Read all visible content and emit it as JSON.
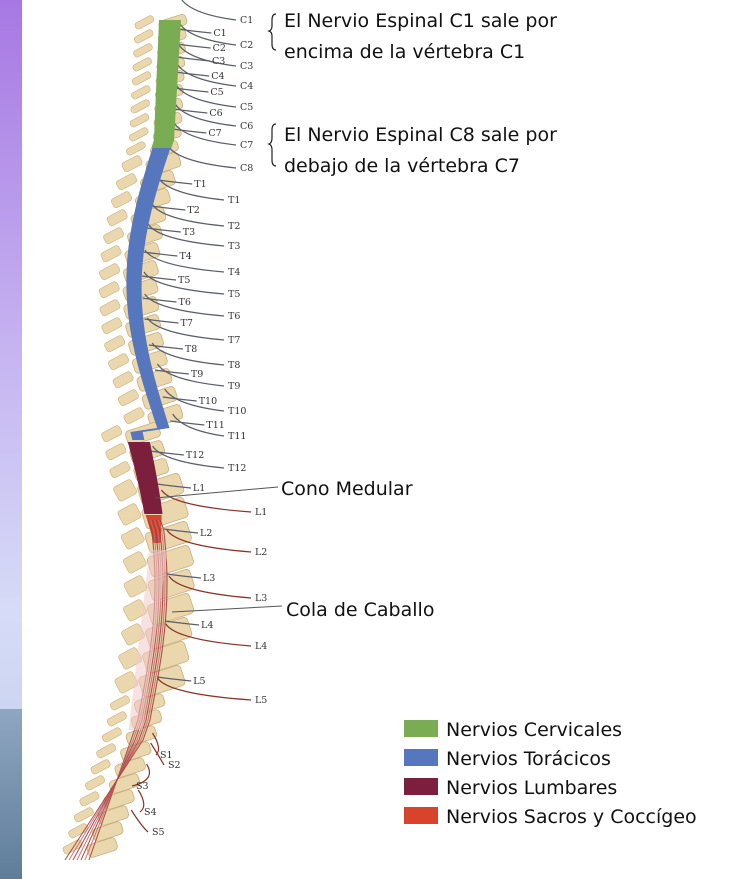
{
  "annotations": {
    "c1_line1": "El Nervio Espinal C1 sale por",
    "c1_line2": "encima de la vértebra C1",
    "c8_line1": "El Nervio Espinal C8 sale por",
    "c8_line2": "debajo de la vértebra C7",
    "cono": "Cono Medular",
    "cola": "Cola de Caballo"
  },
  "legend": [
    {
      "label": "Nervios Cervicales",
      "color": "#7aac54"
    },
    {
      "label": "Nervios Torácicos",
      "color": "#5676bd"
    },
    {
      "label": "Nervios Lumbares",
      "color": "#7b1f3d"
    },
    {
      "label": "Nervios Sacros y Coccígeo",
      "color": "#d9432b"
    }
  ],
  "inner_labels": [
    "C1",
    "C2",
    "C3",
    "C4",
    "C5",
    "C6",
    "C7",
    "T1",
    "T2",
    "T3",
    "T4",
    "T5",
    "T6",
    "T7",
    "T8",
    "T9",
    "T10",
    "T11",
    "T12",
    "L1",
    "L2",
    "L3",
    "L4",
    "L5"
  ],
  "outer_labels": [
    "C1",
    "C2",
    "C3",
    "C4",
    "C5",
    "C6",
    "C7",
    "C8",
    "T1",
    "T2",
    "T3",
    "T4",
    "T5",
    "T6",
    "T7",
    "T8",
    "T9",
    "T10",
    "T11",
    "T12",
    "L1",
    "L2",
    "L3",
    "L4",
    "L5",
    "S1",
    "S2",
    "S3",
    "S4",
    "S5"
  ],
  "colors": {
    "cervical": "#7aac54",
    "thoracic": "#5676bd",
    "lumbar": "#7b1f3d",
    "sacral": "#d9432b",
    "bone": "#ead7ae",
    "bone_dark": "#c9ae7a",
    "nerve_gray": "#5a5f6b",
    "nerve_red": "#8b3328"
  }
}
